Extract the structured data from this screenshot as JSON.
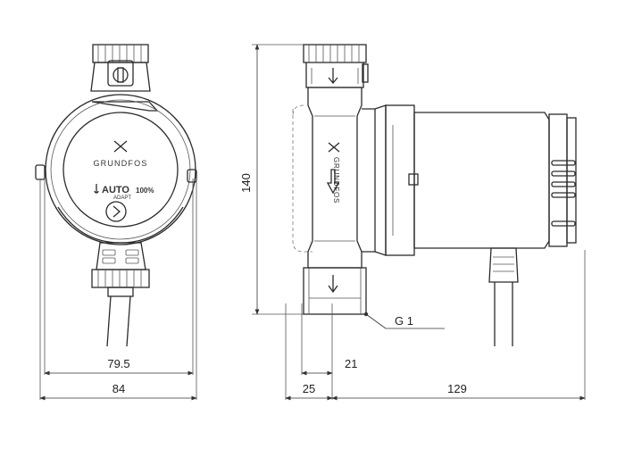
{
  "front_view": {
    "brand": "GRUNDFOS",
    "mode_label": "AUTO",
    "mode_sub": "ADAPT",
    "speed_label": "100%",
    "dim_inner": "79.5",
    "dim_outer": "84"
  },
  "side_view": {
    "brand": "GRUNDFOS",
    "dim_height": "140",
    "thread_label": "G 1",
    "dim_port": "21",
    "dim_left": "25",
    "dim_body": "129"
  }
}
